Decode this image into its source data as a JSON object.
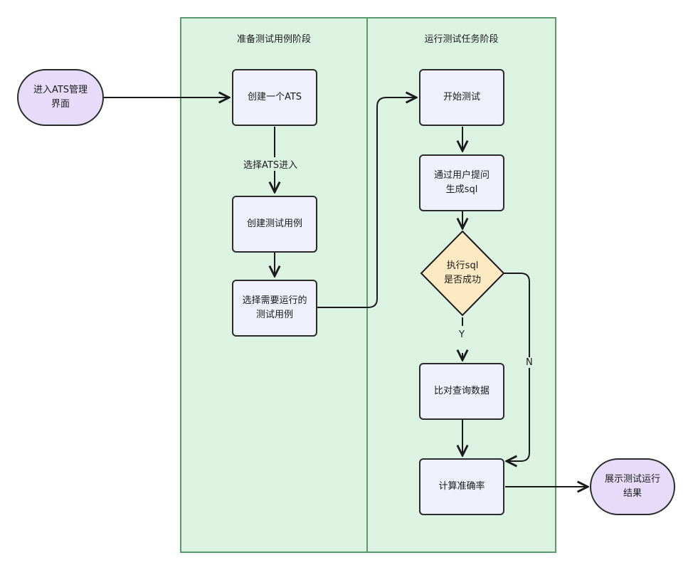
{
  "lanes": {
    "prepare": "准备测试用例阶段",
    "run": "运行测试任务阶段"
  },
  "nodes": {
    "enter": "进入ATS管理\n界面",
    "create_ats": "创建一个ATS",
    "create_case": "创建测试用例",
    "select_case": "选择需要运行的\n测试用例",
    "start": "开始测试",
    "gen_sql": "通过用户提问\n生成sql",
    "exec_sql": "执行sql\n是否成功",
    "compare": "比对查询数据",
    "accuracy": "计算准确率",
    "show": "展示测试运行\n结果"
  },
  "edges": {
    "select_ats": "选择ATS进入",
    "yes": "Y",
    "no": "N"
  },
  "colors": {
    "lane_fill": "#dcf3e2",
    "lane_border": "#5a9a6e",
    "process_fill": "#eef1fb",
    "terminal_fill": "#e6dcfa",
    "decision_fill": "#fde9c2"
  }
}
